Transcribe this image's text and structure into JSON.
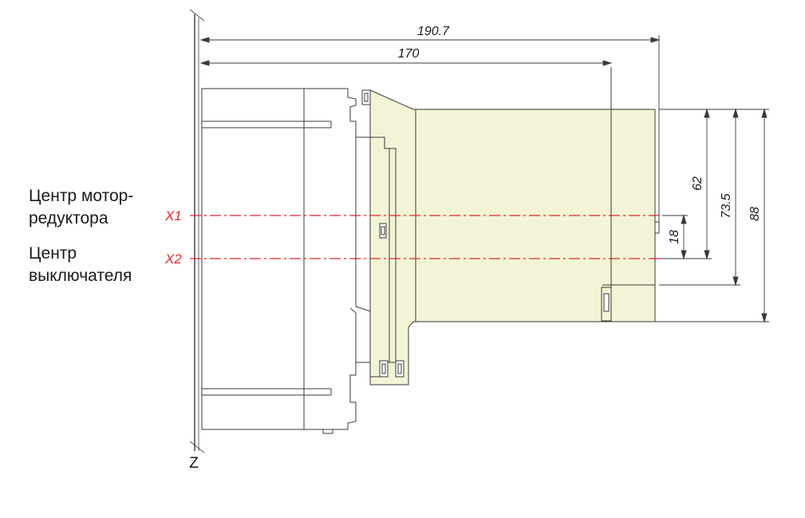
{
  "labels": {
    "motor_center_line1": "Центр мотор-",
    "motor_center_line2": "редуктора",
    "switch_center_line1": "Центр",
    "switch_center_line2": "выключателя",
    "axis_x1": "X1",
    "axis_x2": "X2",
    "axis_z": "Z"
  },
  "dimensions": {
    "overall_length": "190.7",
    "body_length": "170",
    "offset_x1_x2": "18",
    "height_62": "62",
    "height_73_5": "73.5",
    "height_88": "88"
  },
  "colors": {
    "line": "#3a3a3a",
    "axis": "#e3262b",
    "switch_fill": "#f3f4d6"
  }
}
